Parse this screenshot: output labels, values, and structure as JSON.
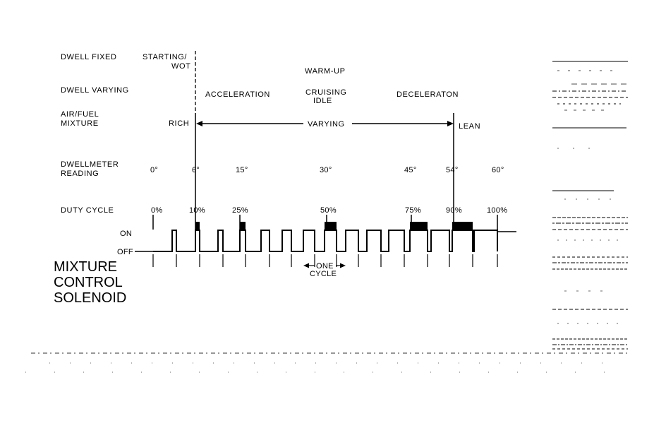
{
  "row_labels": {
    "dwell_fixed": "DWELL FIXED",
    "dwell_varying": "DWELL VARYING",
    "air_fuel_1": "AIR/FUEL",
    "air_fuel_2": "MIXTURE",
    "dwellmeter_1": "DWELLMETER",
    "dwellmeter_2": "READING",
    "duty_cycle": "DUTY CYCLE"
  },
  "modes": {
    "starting_1": "STARTING/",
    "starting_2": "WOT",
    "warm_up": "WARM-UP",
    "acceleration": "ACCELERATION",
    "cruising_1": "CRUISING",
    "cruising_2": "IDLE",
    "deceleration": "DECELERATON"
  },
  "mixture": {
    "rich": "RICH",
    "varying": "VARYING",
    "lean": "LEAN"
  },
  "dwell_readings": [
    "0°",
    "6°",
    "15°",
    "30°",
    "45°",
    "54°",
    "60°"
  ],
  "duty_cycles": [
    "0%",
    "10%",
    "25%",
    "50%",
    "75%",
    "90%",
    "100%"
  ],
  "waveform": {
    "on_label": "ON",
    "off_label": "OFF",
    "one_cycle_1": "ONE",
    "one_cycle_2": "CYCLE"
  },
  "title": {
    "line1": "MIXTURE",
    "line2": "CONTROL",
    "line3": "SOLENOID"
  }
}
